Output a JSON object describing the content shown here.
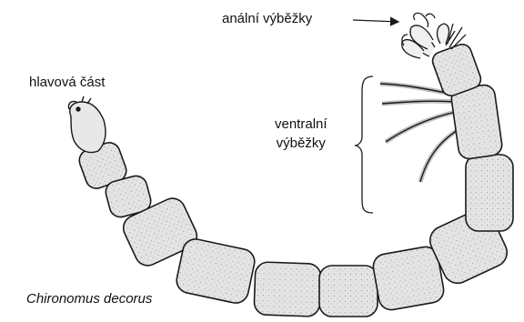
{
  "labels": {
    "anal_processes": "anální výběžky",
    "head": "hlavová část",
    "ventral_line1": "ventralní",
    "ventral_line2": "výběžky",
    "species": "Chironomus decorus"
  },
  "colors": {
    "segment_fill": "#e2e2e2",
    "outline": "#1a1a1a",
    "text": "#111111",
    "background": "#ffffff"
  }
}
